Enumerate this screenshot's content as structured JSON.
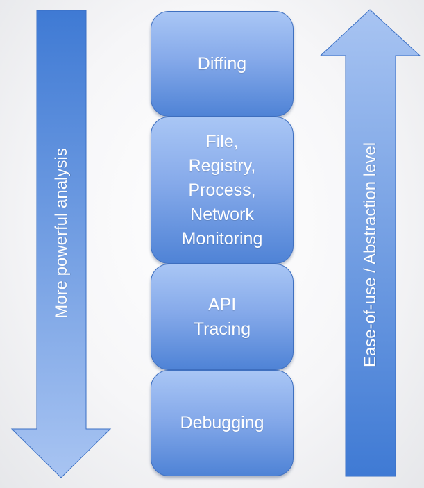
{
  "diagram": {
    "left_arrow": {
      "direction": "down",
      "label": "More powerful analysis"
    },
    "right_arrow": {
      "direction": "up",
      "label": "Ease-of-use / Abstraction level"
    },
    "boxes": [
      {
        "label": "Diffing"
      },
      {
        "label": "File,\nRegistry,\nProcess,\nNetwork\nMonitoring"
      },
      {
        "label": "API\nTracing"
      },
      {
        "label": "Debugging"
      }
    ]
  },
  "colors": {
    "box_top": "#a9c6f5",
    "box_bottom": "#4f83d6",
    "arrow_light": "#a8c4f2",
    "arrow_dark": "#3f7ad4",
    "text": "#ffffff"
  }
}
